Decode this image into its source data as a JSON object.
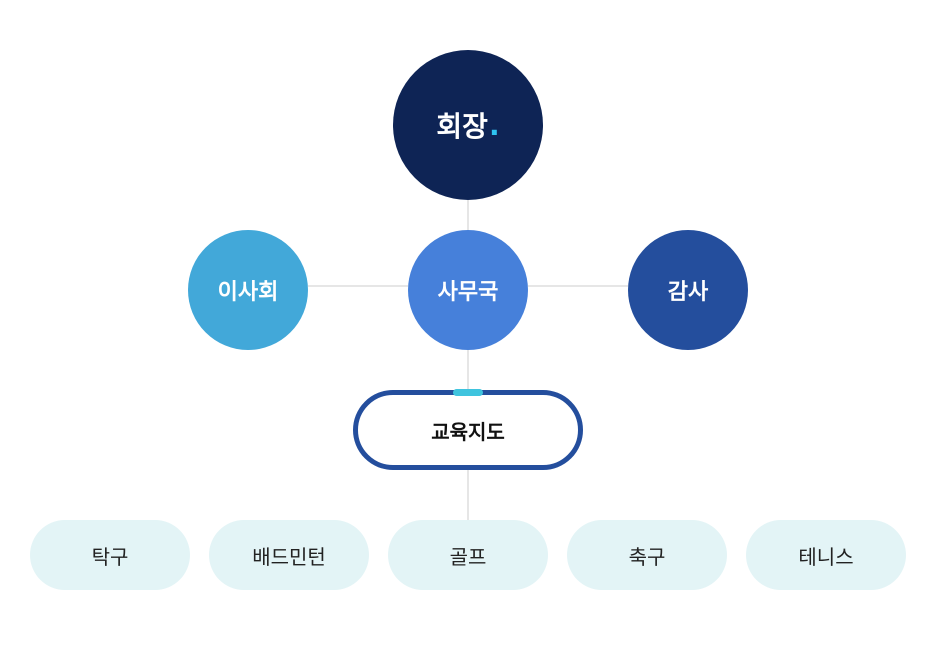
{
  "org_chart": {
    "chairman": {
      "label": "회장",
      "dot": "."
    },
    "board": {
      "label": "이사회"
    },
    "office": {
      "label": "사무국"
    },
    "audit": {
      "label": "감사"
    },
    "education": {
      "label": "교육지도"
    },
    "programs": [
      {
        "label": "탁구"
      },
      {
        "label": "배드민턴"
      },
      {
        "label": "골프"
      },
      {
        "label": "축구"
      },
      {
        "label": "테니스"
      }
    ]
  },
  "colors": {
    "chairman": "#0e2455",
    "board": "#42a8d9",
    "office": "#4680da",
    "audit": "#244e9d",
    "accent_dot": "#2ec4f1",
    "education_border": "#244e9d",
    "education_cap": "#3fc4de",
    "program_bg": "#e3f4f6",
    "connector": "#cccccc"
  }
}
